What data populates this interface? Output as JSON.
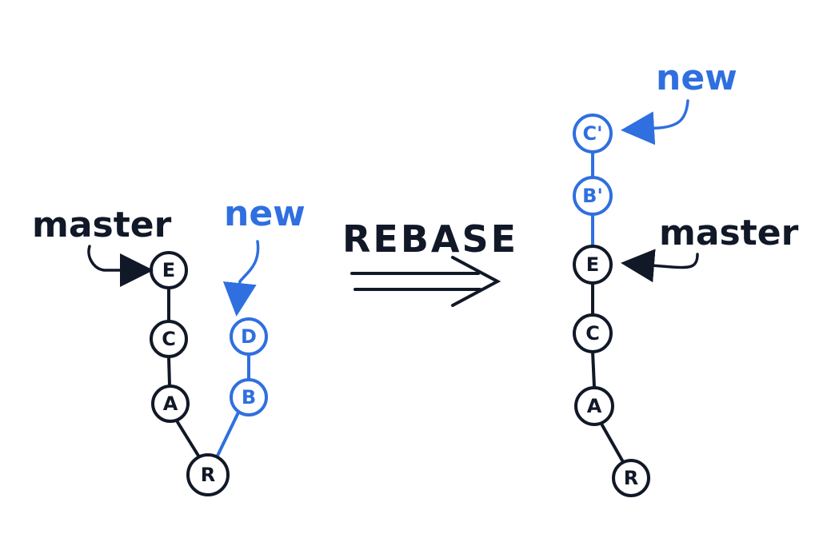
{
  "colors": {
    "ink": "#111827",
    "blue": "#2f6fe0"
  },
  "rebase_label": "REBASE",
  "before": {
    "master_label": "master",
    "new_label": "new",
    "nodes": {
      "E": "E",
      "C": "C",
      "A": "A",
      "R": "R",
      "D": "D",
      "B": "B"
    }
  },
  "after": {
    "master_label": "master",
    "new_label": "new",
    "nodes": {
      "C_prime": "C'",
      "B_prime": "B'",
      "E": "E",
      "C": "C",
      "A": "A",
      "R": "R"
    }
  }
}
